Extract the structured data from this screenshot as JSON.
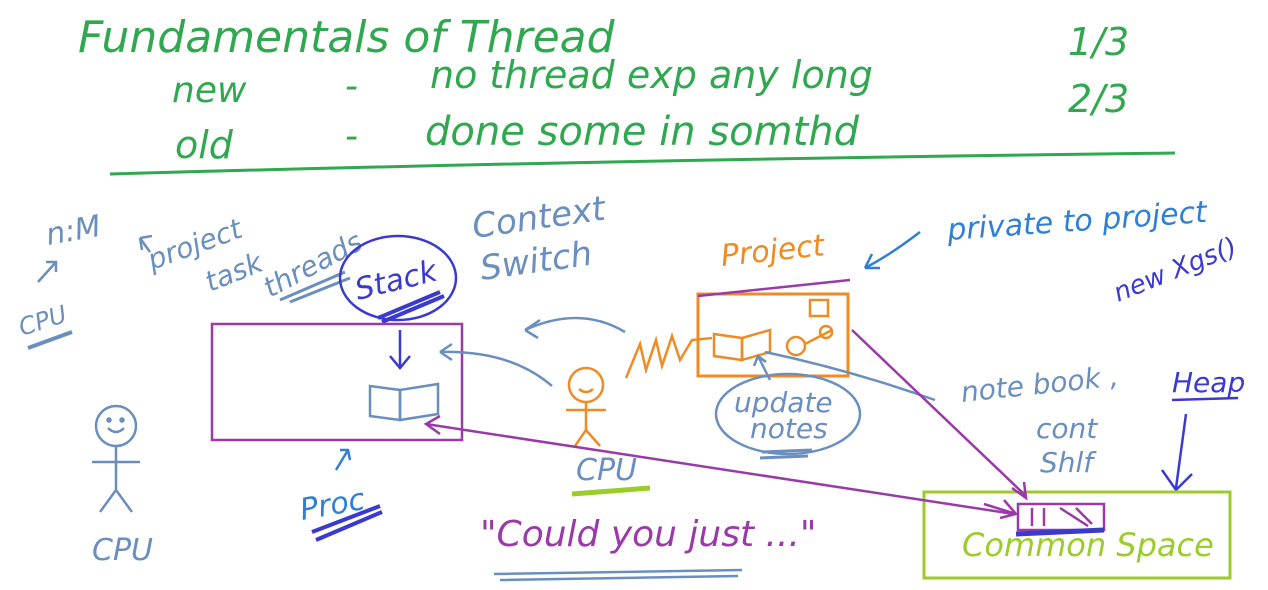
{
  "header": {
    "title": "Fundamentals of Thread",
    "rows": [
      {
        "label": "new",
        "dash": "-",
        "text": "no thread exp any long",
        "ratio": "1/3"
      },
      {
        "label": "old",
        "dash": "-",
        "text": "done some in somthd",
        "ratio": "2/3"
      }
    ]
  },
  "notes": {
    "n_m": "n:M",
    "project_task_threads": [
      "project",
      "task",
      "threads"
    ],
    "context_switch": [
      "Context",
      "Switch"
    ],
    "stack": "Stack",
    "project": "Project",
    "private_to_project": "private to project",
    "new_args": "new Xgs()",
    "cpu_left_small": "CPU",
    "cpu_center": "CPU",
    "cpu_stick": "CPU",
    "update_notes": [
      "update",
      "notes"
    ],
    "notebook_shelf": [
      "note book ,",
      "cont",
      "Shlf"
    ],
    "heap": "Heap",
    "proc": "Proc",
    "could_you_just": "\"Could you just ...\"",
    "common_space": "Common Space"
  },
  "colors": {
    "green": "#2fa84f",
    "gray_blue": "#6a8fbf",
    "blue": "#2f7fd6",
    "dark_blue": "#3a3ad0",
    "purple": "#9a3aa8",
    "orange": "#f08a24",
    "lime": "#9ccc2a"
  }
}
